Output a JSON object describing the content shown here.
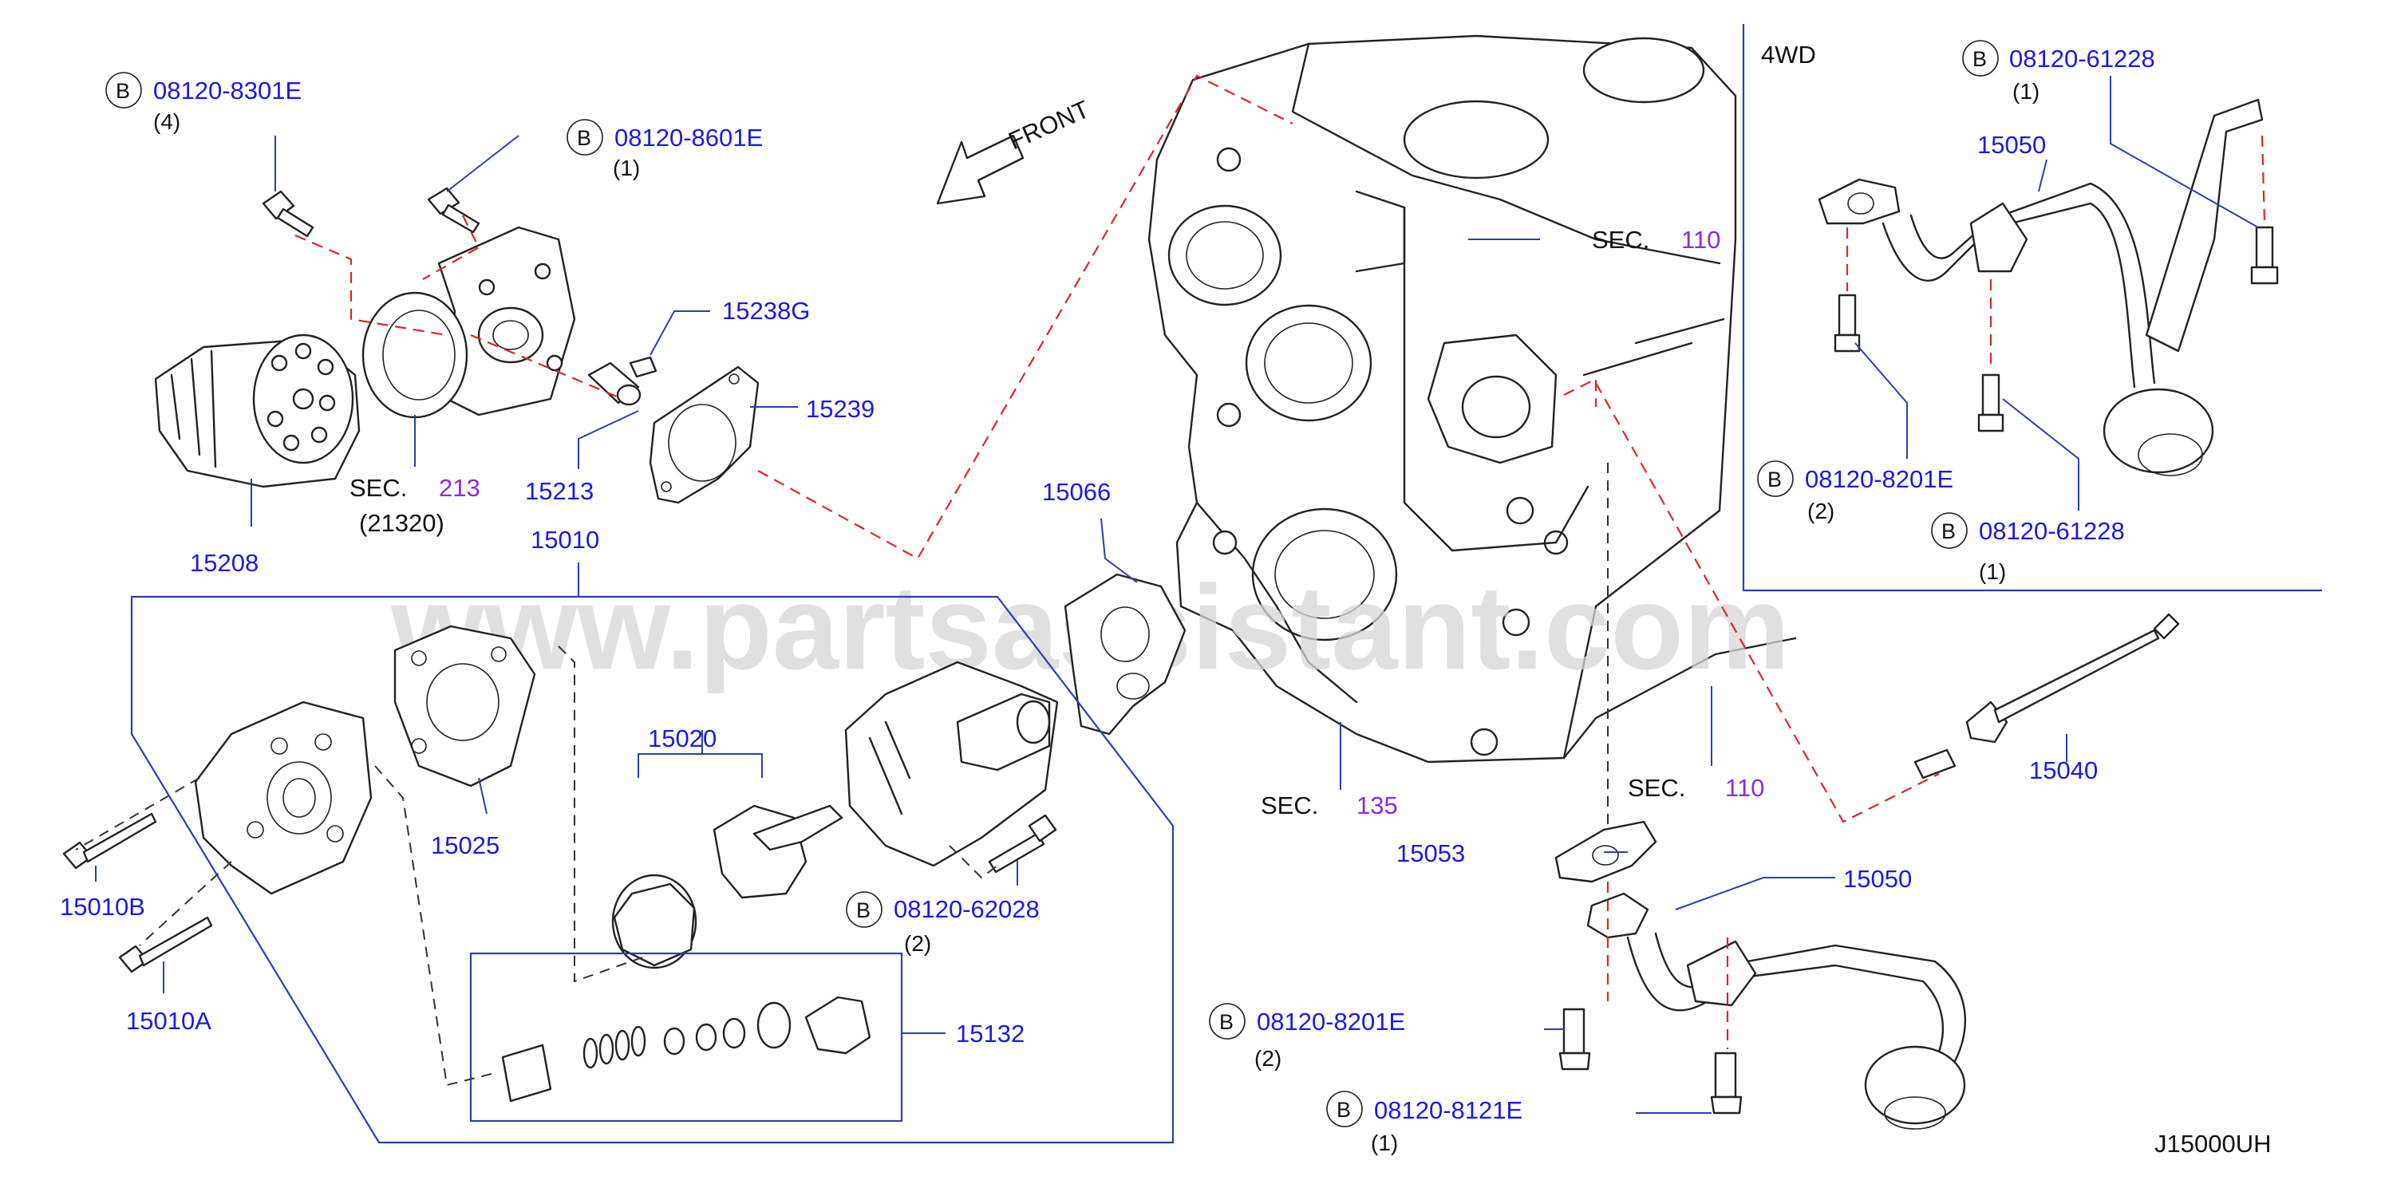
{
  "watermark": "www.partsassistant.com",
  "diagram_code": "J15000UH",
  "front_label": "FRONT",
  "variant_label": "4WD",
  "bolt_badge_letter": "B",
  "parts": {
    "p15208": "15208",
    "p15213": "15213",
    "p15238g": "15238G",
    "p15239": "15239",
    "p15010": "15010",
    "p15066": "15066",
    "p15020": "15020",
    "p15025": "15025",
    "p15010b": "15010B",
    "p15010a": "15010A",
    "p15132": "15132",
    "p15053": "15053",
    "p15050_main": "15050",
    "p15050_4wd": "15050",
    "p15040": "15040"
  },
  "bolts": {
    "b_8301e": {
      "number": "08120-8301E",
      "qty": "(4)"
    },
    "b_8601e": {
      "number": "08120-8601E",
      "qty": "(1)"
    },
    "b_62028": {
      "number": "08120-62028",
      "qty": "(2)"
    },
    "b_8201e_main": {
      "number": "08120-8201E",
      "qty": "(2)"
    },
    "b_8121e": {
      "number": "08120-8121E",
      "qty": "(1)"
    },
    "b_61228_top": {
      "number": "08120-61228",
      "qty": "(1)"
    },
    "b_8201e_4wd": {
      "number": "08120-8201E",
      "qty": "(2)"
    },
    "b_61228_bottom": {
      "number": "08120-61228",
      "qty": "(1)"
    }
  },
  "sections": {
    "sec213": {
      "prefix": "SEC.",
      "number": "213",
      "sub": "(21320)"
    },
    "sec110_top": {
      "prefix": "SEC.",
      "number": "110"
    },
    "sec135": {
      "prefix": "SEC.",
      "number": "135"
    },
    "sec110_bottom": {
      "prefix": "SEC.",
      "number": "110"
    }
  }
}
